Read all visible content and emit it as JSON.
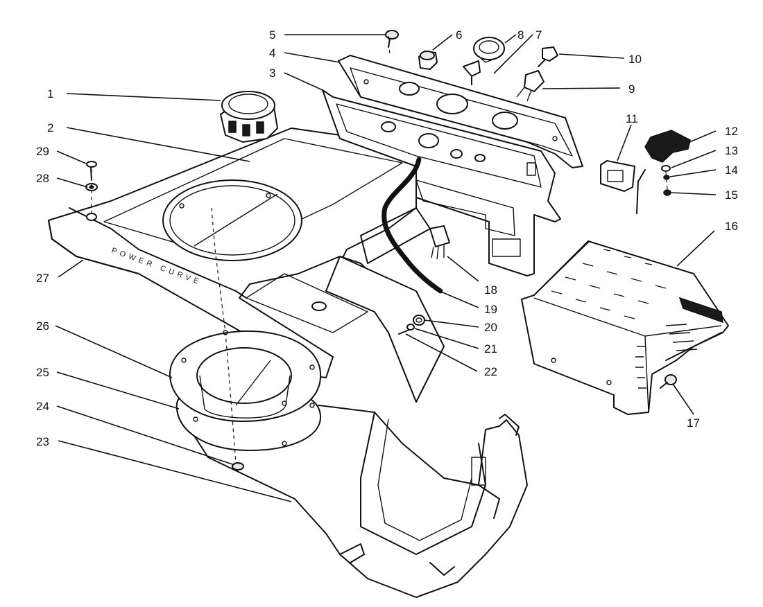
{
  "diagram": {
    "callouts": [
      {
        "id": "1",
        "label": "1"
      },
      {
        "id": "2",
        "label": "2"
      },
      {
        "id": "3",
        "label": "3"
      },
      {
        "id": "4",
        "label": "4"
      },
      {
        "id": "5",
        "label": "5"
      },
      {
        "id": "6",
        "label": "6"
      },
      {
        "id": "7",
        "label": "7"
      },
      {
        "id": "8",
        "label": "8"
      },
      {
        "id": "9",
        "label": "9"
      },
      {
        "id": "10",
        "label": "10"
      },
      {
        "id": "11",
        "label": "11"
      },
      {
        "id": "12",
        "label": "12"
      },
      {
        "id": "13",
        "label": "13"
      },
      {
        "id": "14",
        "label": "14"
      },
      {
        "id": "15",
        "label": "15"
      },
      {
        "id": "16",
        "label": "16"
      },
      {
        "id": "17",
        "label": "17"
      },
      {
        "id": "18",
        "label": "18"
      },
      {
        "id": "19",
        "label": "19"
      },
      {
        "id": "20",
        "label": "20"
      },
      {
        "id": "21",
        "label": "21"
      },
      {
        "id": "22",
        "label": "22"
      },
      {
        "id": "23",
        "label": "23"
      },
      {
        "id": "24",
        "label": "24"
      },
      {
        "id": "25",
        "label": "25"
      },
      {
        "id": "26",
        "label": "26"
      },
      {
        "id": "27",
        "label": "27"
      },
      {
        "id": "28",
        "label": "28"
      },
      {
        "id": "29",
        "label": "29"
      }
    ],
    "embossed_text": "POWER CURVE"
  }
}
